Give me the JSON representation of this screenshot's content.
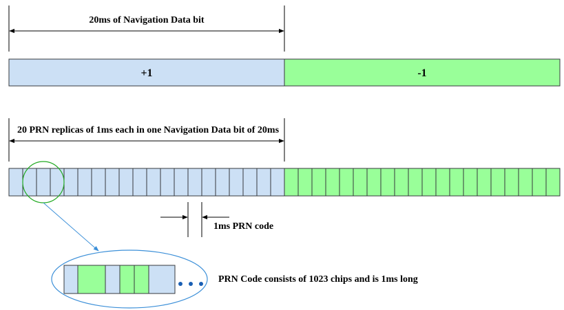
{
  "top_span_label": "20ms of Navigation Data bit",
  "bit_plus_label": "+1",
  "bit_minus_label": "-1",
  "replica_span_label": "20 PRN replicas of 1ms each in one Navigation Data bit of 20ms",
  "prn_period_label": "1ms PRN code",
  "chips_label": "PRN Code consists of 1023 chips and is 1ms long",
  "replicas_per_bit": 20,
  "colors": {
    "plus_fill": "#cce0f5",
    "minus_fill": "#99ff99",
    "stroke": "#36393d",
    "magnifier_circle": "#22aa22",
    "ellipse": "#3b8fd8",
    "dots": "#1a5fb4"
  },
  "chip_pattern": [
    "plus",
    "minus",
    "plus",
    "minus",
    "minus",
    "plus"
  ]
}
